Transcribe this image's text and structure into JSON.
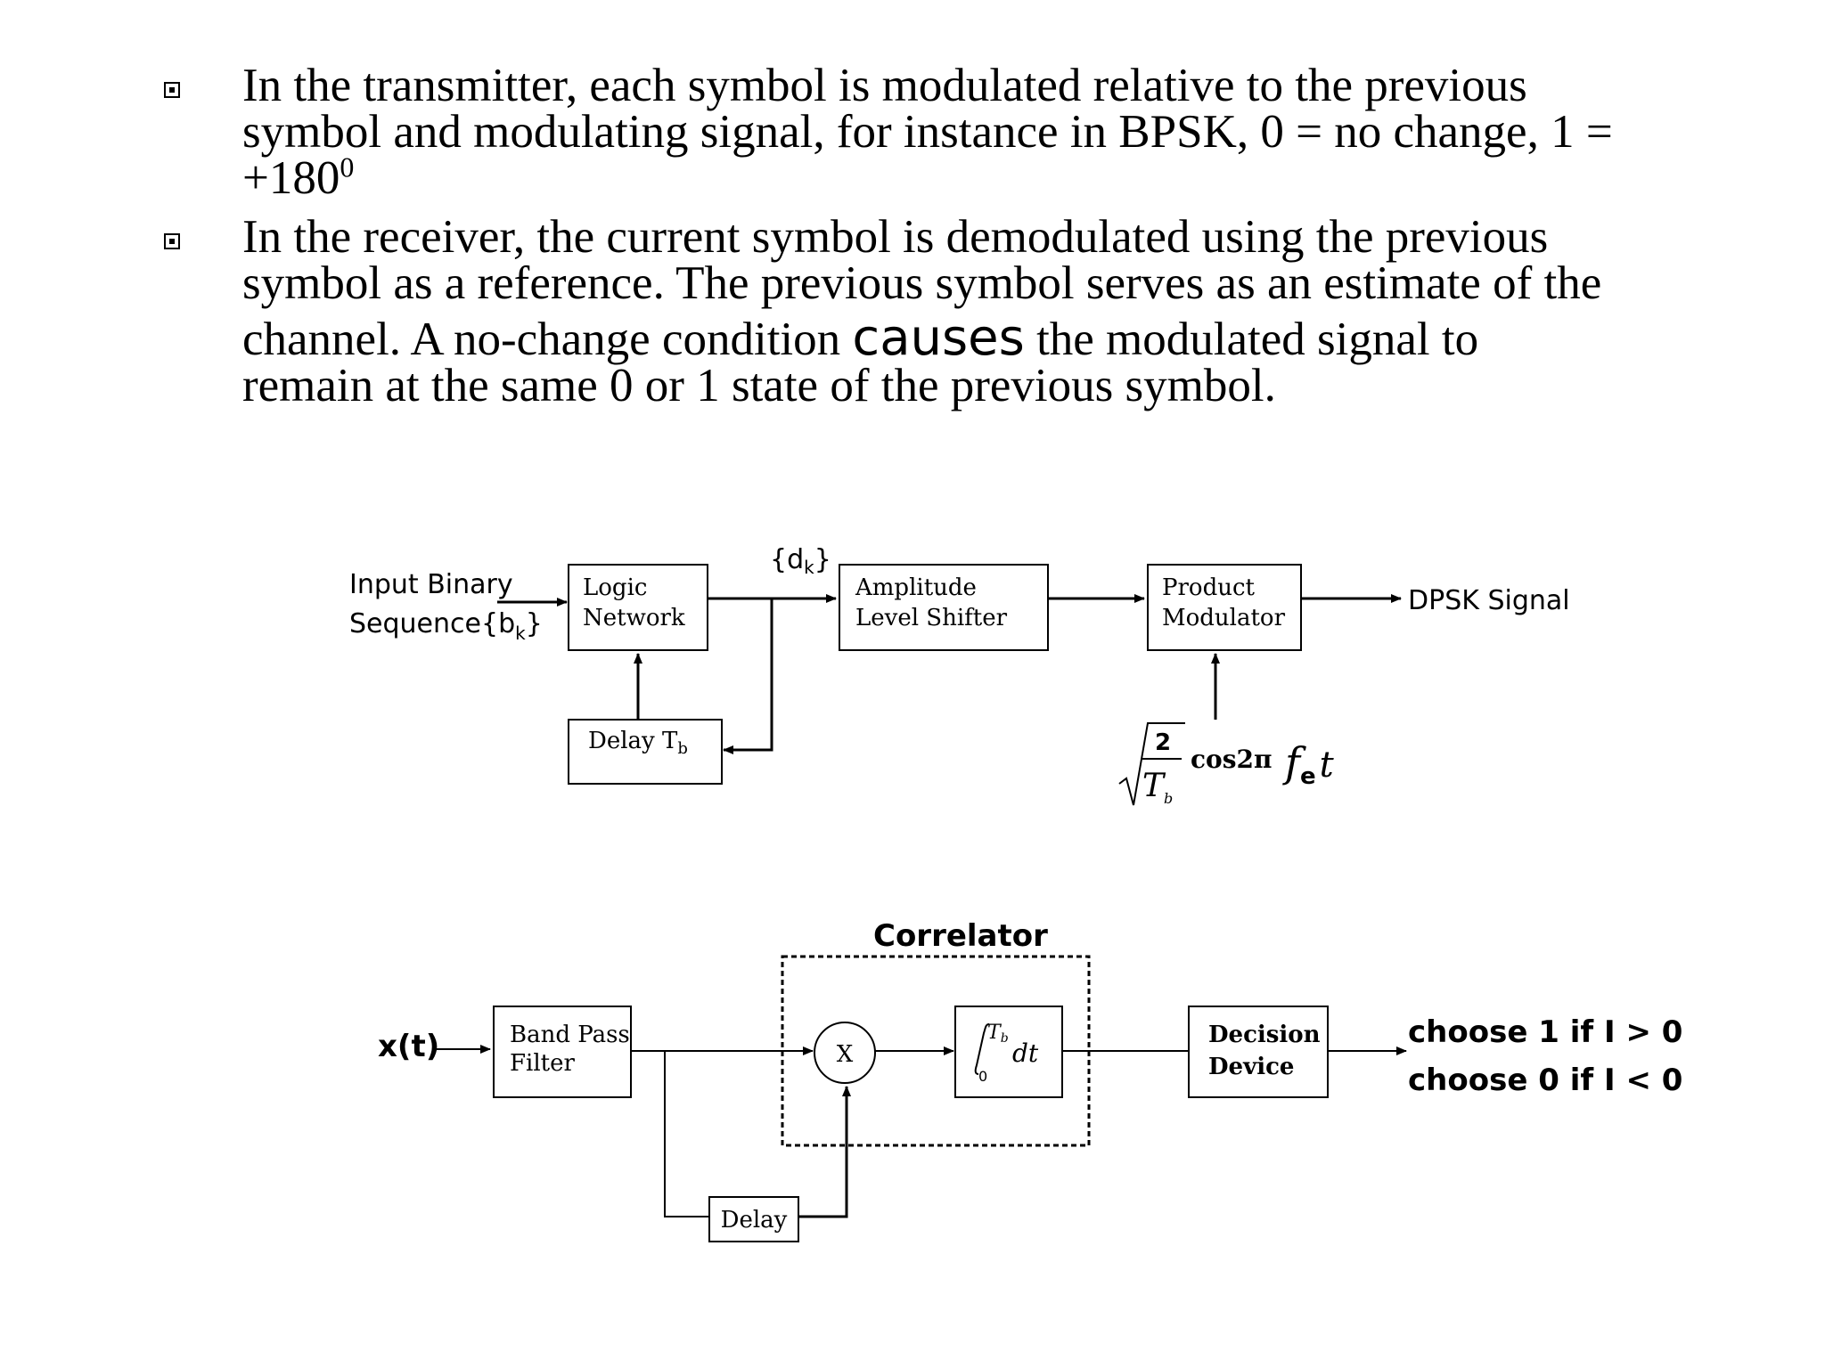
{
  "bullets": [
    {
      "lines": [
        "In the transmitter, each symbol is modulated relative to the previous",
        "symbol and modulating signal, for instance in BPSK, 0 = no change, 1 =",
        "+180"
      ],
      "superscript": "0"
    },
    {
      "line1": "In the receiver, the current symbol is demodulated using the previous",
      "line2": "symbol as a reference. The previous symbol serves as an estimate of the",
      "line3_a": "channel. A no-change condition ",
      "line3_b": "causes",
      "line3_c": " the modulated signal to",
      "line4": "remain at the same 0 or 1 state of the previous symbol."
    }
  ],
  "transmitter": {
    "input_label": [
      "Input Binary",
      "Sequence{b"
    ],
    "input_sub": "k",
    "input_close": "}",
    "logic_network": [
      "Logic",
      "Network"
    ],
    "dk_label": "{d",
    "dk_sub": "k",
    "dk_close": "}",
    "amplitude_shifter": [
      "Amplitude",
      "Level Shifter"
    ],
    "product_modulator": [
      "Product",
      "Modulator"
    ],
    "output_label": "DPSK Signal",
    "delay_label": "Delay T",
    "delay_sub": "b",
    "carrier": {
      "numerator": "2",
      "denominator": "T",
      "denominator_sub": "b",
      "cos_text": "cos2π",
      "freq": "f",
      "freq_sub": "e",
      "time": "t"
    }
  },
  "receiver": {
    "input_label": "x(t)",
    "band_pass_filter": [
      "Band Pass",
      "Filter"
    ],
    "correlator_label": "Correlator",
    "multiplier": "X",
    "integrator": {
      "upper": "T",
      "upper_sub": "b",
      "lower": "0",
      "dt": "dt"
    },
    "decision_device": [
      "Decision",
      "Device"
    ],
    "delay_label": "Delay",
    "output_lines": [
      "choose 1 if I > 0",
      "choose 0 if I < 0"
    ]
  }
}
